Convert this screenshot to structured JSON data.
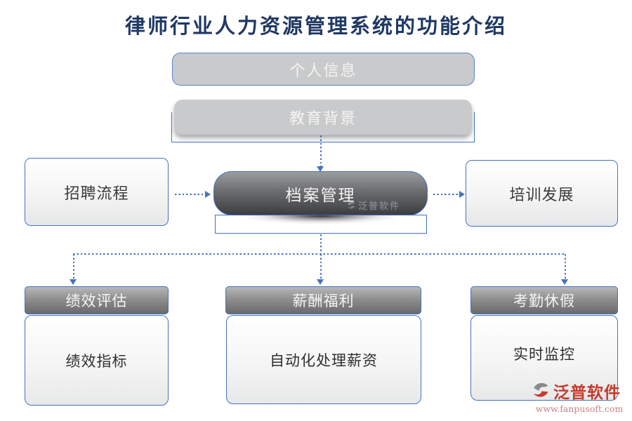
{
  "title": "律师行业人力资源管理系统的功能介绍",
  "nodes": {
    "personal_info": {
      "label": "个人信息"
    },
    "education": {
      "label": "教育背景"
    },
    "archive": {
      "label": "档案管理"
    },
    "recruitment": {
      "label": "招聘流程"
    },
    "training": {
      "label": "培训发展"
    }
  },
  "bottom_cards": [
    {
      "header": "绩效评估",
      "body": "绩效指标"
    },
    {
      "header": "薪酬福利",
      "body": "自动化处理薪资"
    },
    {
      "header": "考勤休假",
      "body": "实时监控"
    }
  ],
  "watermark": {
    "brand": "泛普软件"
  },
  "footer_logo": {
    "brand": "泛普软件",
    "url": "www.fanpusoft.com"
  },
  "colors": {
    "accent_blue": "#4472C4",
    "title_navy": "#1F3864",
    "gray_fill": "#C9CACB",
    "pill_dark": "#3C3D3F",
    "logo_red": "#C53B2C"
  }
}
